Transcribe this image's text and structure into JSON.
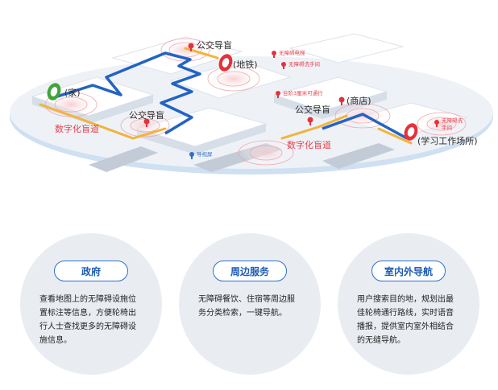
{
  "map": {
    "labels": {
      "bus_guide_1": "公交导盲",
      "bus_guide_2": "公交导盲",
      "bus_guide_3": "公交导盲",
      "subway": "(地铁)",
      "home": "(家)",
      "shop": "(商店)",
      "workplace": "(学习工作场所)",
      "digital_path_1": "数字化盲道",
      "digital_path_2": "数字化盲道",
      "elevator": "无障碍电梯",
      "restroom": "无障碍洗手间",
      "stairs": "台阶3厘米可通行",
      "restroom_2": "无障碍洗手间",
      "guide_screen": "导视屏"
    },
    "colors": {
      "route_blue": "#2363c4",
      "path_orange": "#f2b33d",
      "pin_red": "#e2333c",
      "pin_green": "#3fa53a",
      "ground": "#e9eef4"
    }
  },
  "cards": [
    {
      "title": "政府",
      "text": "查看地图上的无障碍设施位置标注等信息，方便轮椅出行人士查找更多的无障碍设施信息。"
    },
    {
      "title": "周边服务",
      "text": "无障碍餐饮、住宿等周边服务分类检索，一键导航。"
    },
    {
      "title": "室内外导航",
      "text": "用户搜索目的地，规划出最佳轮椅通行路线，实时语音播报，提供室内室外相结合的无缝导航。"
    }
  ]
}
